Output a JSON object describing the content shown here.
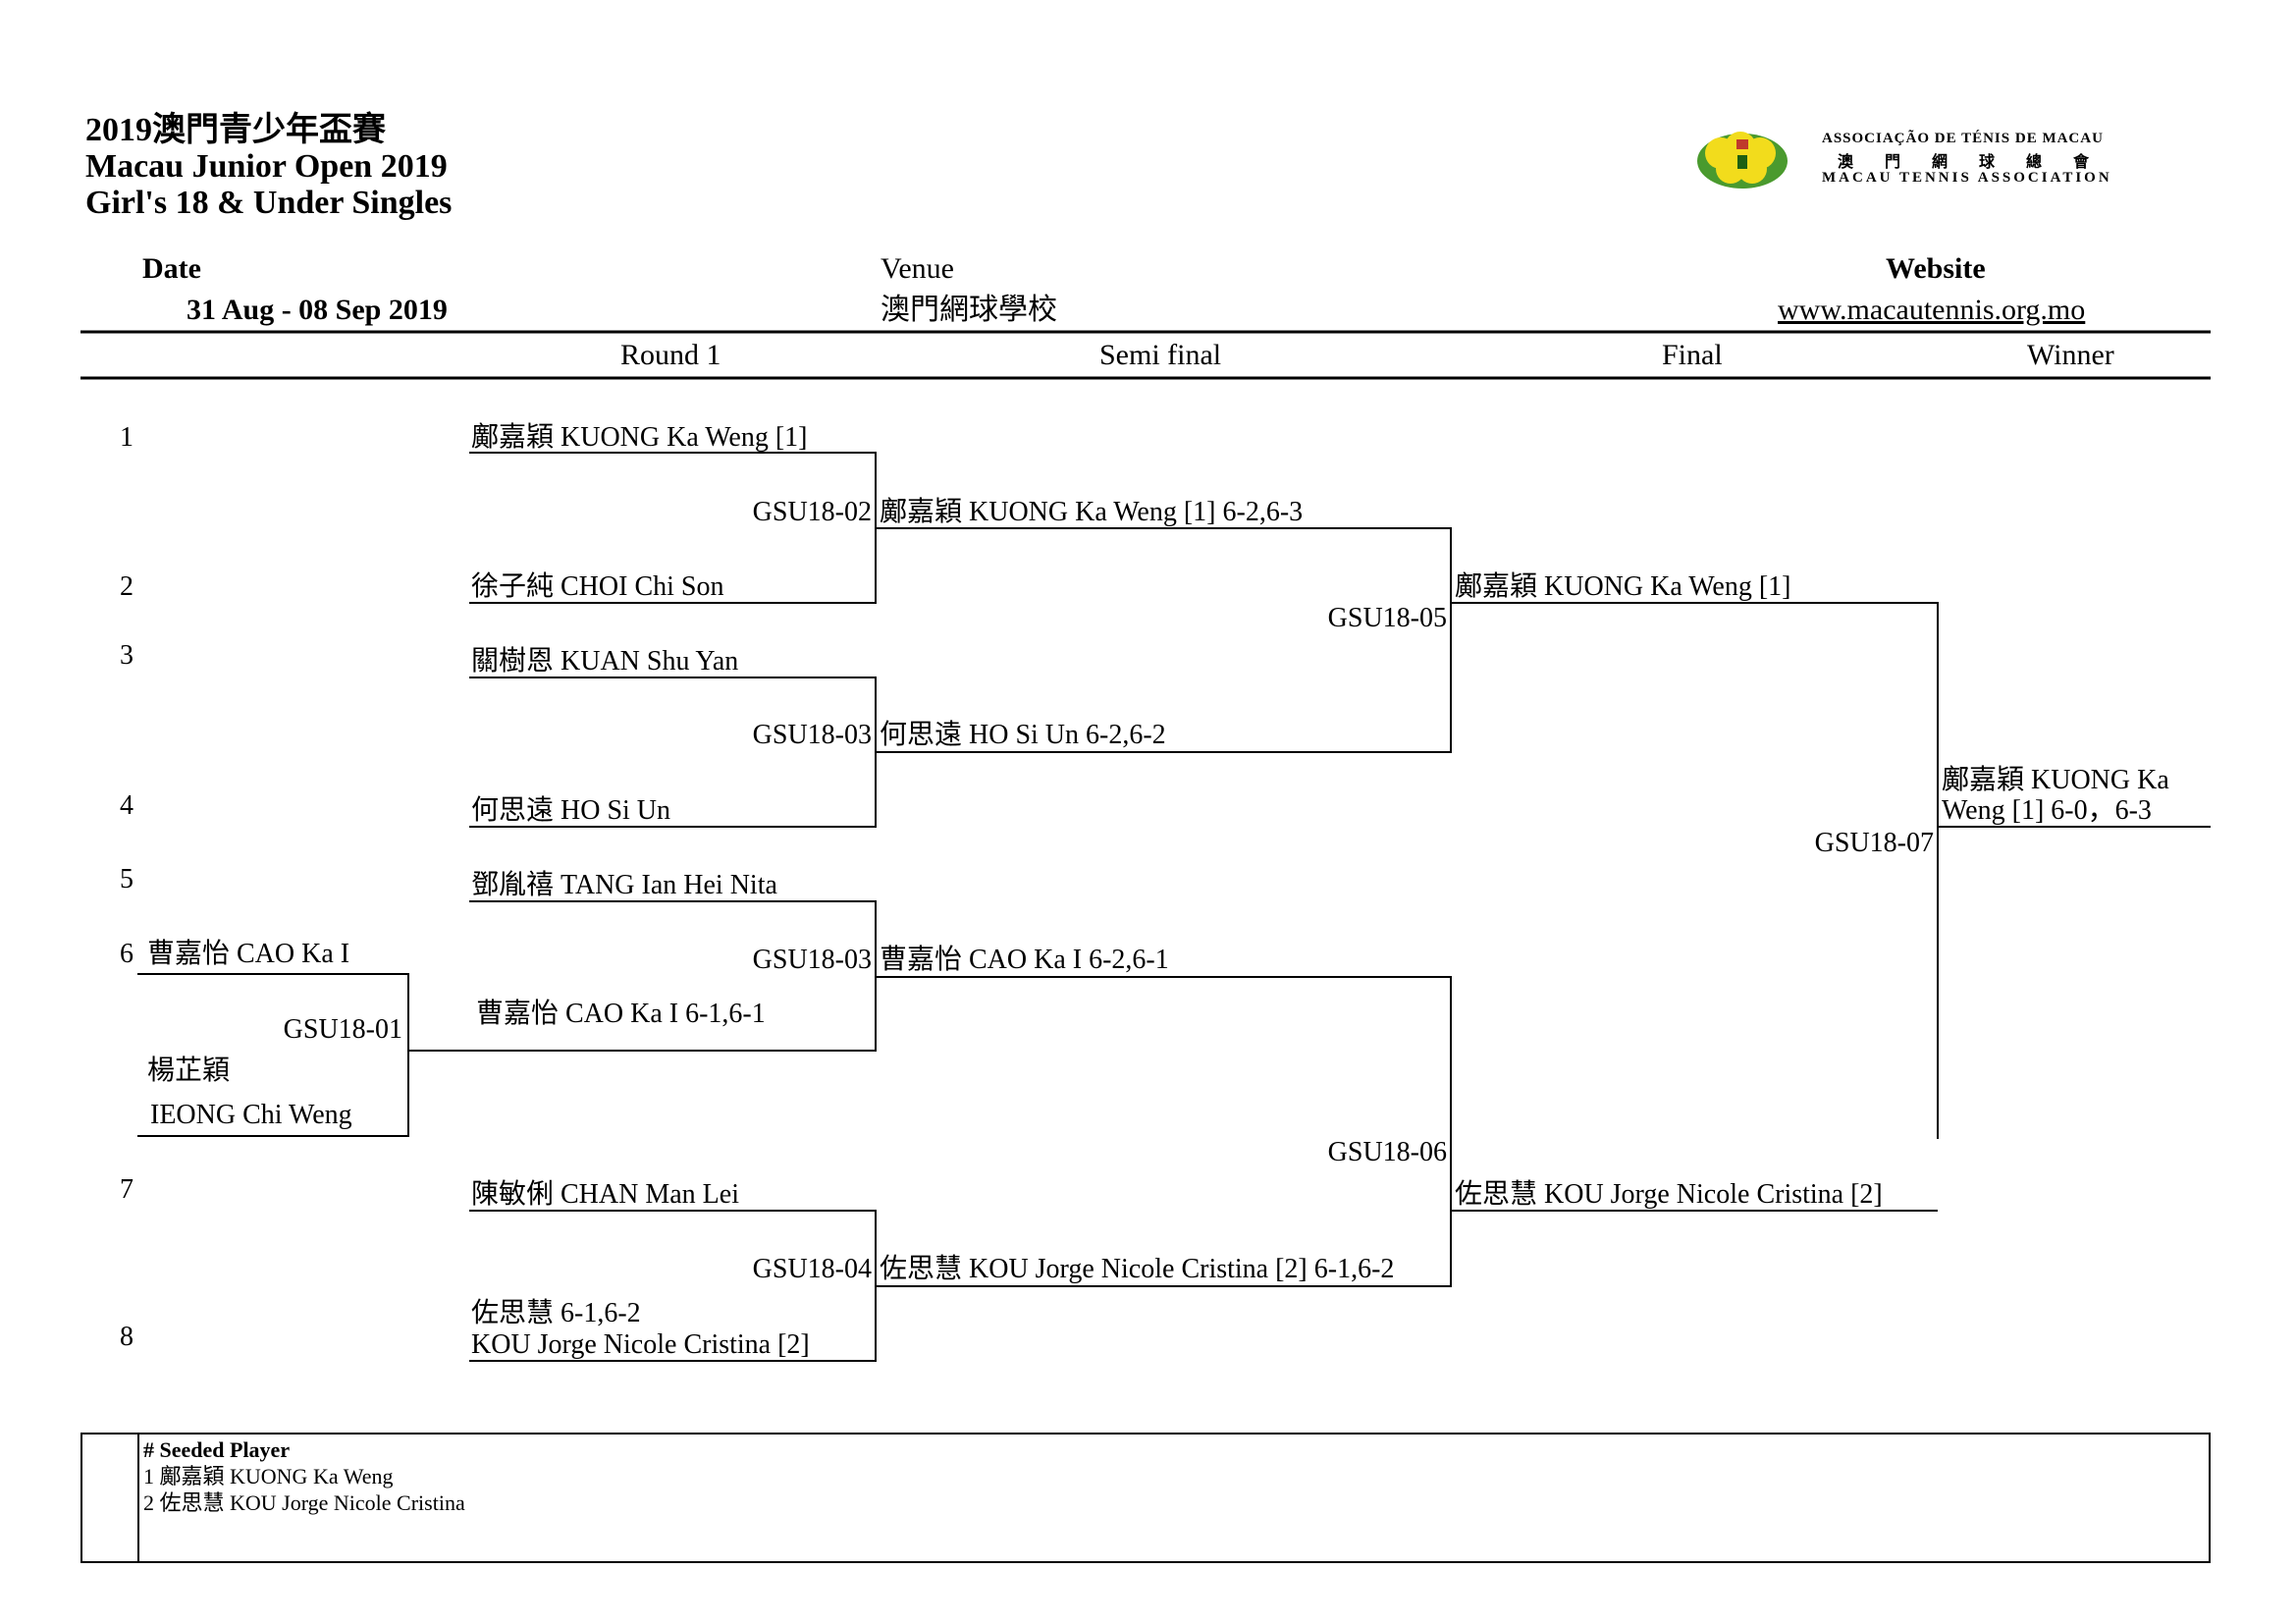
{
  "header": {
    "title_cn": "2019澳門青少年盃賽",
    "title_en": "Macau Junior Open 2019",
    "event": "Girl's 18 & Under Singles"
  },
  "logo": {
    "line1": "ASSOCIAÇÃO DE TÉNIS DE MACAU",
    "line2": "澳 門 網 球 總 會",
    "line3": "MACAU TENNIS ASSOCIATION",
    "colors": {
      "yellow": "#f2dc1c",
      "green": "#4a9a2e",
      "red": "#c0392b"
    }
  },
  "info": {
    "date_label": "Date",
    "date_value": "31 Aug - 08 Sep 2019",
    "venue_label": "Venue",
    "venue_value": "澳門網球學校",
    "website_label": "Website",
    "website_value": "www.macautennis.org.mo"
  },
  "rounds": {
    "r1": "Round 1",
    "sf": "Semi final",
    "f": "Final",
    "w": "Winner"
  },
  "seeds": [
    "1",
    "2",
    "3",
    "4",
    "5",
    "6",
    "7",
    "8"
  ],
  "qualifier": {
    "player_a": "曹嘉怡 CAO Ka I",
    "player_b_cn": "楊芷穎",
    "player_b_en": "IEONG Chi Weng",
    "code": "GSU18-01"
  },
  "round1": {
    "p1": "鄺嘉穎 KUONG Ka Weng [1]",
    "p2": "徐子純 CHOI Chi Son",
    "p3": "關樹恩 KUAN Shu Yan",
    "p4": "何思遠 HO Si Un",
    "p5": "鄧胤禧 TANG Ian Hei Nita",
    "p6": "曹嘉怡 CAO Ka I 6-1,6-1",
    "p7": "陳敏俐 CHAN Man Lei",
    "p8_line1": "佐思慧 6-1,6-2",
    "p8_line2": "KOU Jorge Nicole Cristina [2]"
  },
  "semis": {
    "code1": "GSU18-02",
    "s1": "鄺嘉穎 KUONG Ka Weng [1] 6-2,6-3",
    "code2": "GSU18-03",
    "s2": "何思遠 HO Si Un 6-2,6-2",
    "code3": "GSU18-03",
    "s3": "曹嘉怡 CAO Ka I 6-2,6-1",
    "code4": "GSU18-04",
    "s4": "佐思慧 KOU Jorge Nicole Cristina [2] 6-1,6-2"
  },
  "finals": {
    "code1": "GSU18-05",
    "f1": "鄺嘉穎 KUONG Ka Weng [1]",
    "code2": "GSU18-06",
    "f2": "佐思慧 KOU Jorge Nicole Cristina [2]"
  },
  "winner": {
    "code": "GSU18-07",
    "line1": "鄺嘉穎 KUONG Ka",
    "line2": "Weng [1] 6-0，6-3"
  },
  "notes": {
    "heading": "# Seeded Player",
    "seed1": "1 鄺嘉穎 KUONG Ka Weng",
    "seed2": "2 佐思慧 KOU Jorge Nicole Cristina"
  }
}
